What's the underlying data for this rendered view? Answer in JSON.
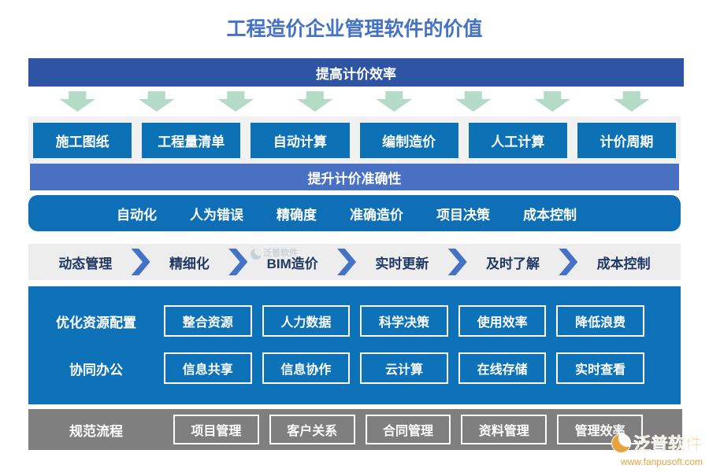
{
  "title": "工程造价企业管理软件的价值",
  "top_banner": {
    "label": "提高计价效率"
  },
  "arrow_icons": {
    "count": 8,
    "color": "#B4DBC8"
  },
  "factors": [
    "施工图纸",
    "工程量清单",
    "自动计算",
    "编制造价",
    "人工计算",
    "计价周期"
  ],
  "accuracy_banner": {
    "label": "提升计价准确性"
  },
  "accuracy_tags": [
    "自动化",
    "人为错误",
    "精确度",
    "准确造价",
    "项目决策",
    "成本控制"
  ],
  "flow_steps": [
    "动态管理",
    "精细化",
    "BIM造价",
    "实时更新",
    "及时了解",
    "成本控制"
  ],
  "panel_rows": [
    {
      "label": "优化资源配置",
      "items": [
        "整合资源",
        "人力数据",
        "科学决策",
        "使用效率",
        "降低浪费"
      ]
    },
    {
      "label": "协同办公",
      "items": [
        "信息共享",
        "信息协作",
        "云计算",
        "在线存储",
        "实时查看"
      ]
    }
  ],
  "process_row": {
    "label": "规范流程",
    "items": [
      "项目管理",
      "客户关系",
      "合同管理",
      "资料管理",
      "管理效率"
    ]
  },
  "watermark": {
    "name": "泛普软件"
  },
  "logo": {
    "name": "泛普软件",
    "url": "www.fanpusoft.com"
  },
  "colors": {
    "title_blue": "#4472C4",
    "navy_banner": "#2E55A4",
    "medium_banner": "#4A70C4",
    "bright_blue": "#0C72B5",
    "panel_blue": "#0E72B8",
    "arrow_green": "#B4DBC8",
    "chevron_blue": "#4472C4",
    "flow_text": "#1F3864",
    "strip_gray": "#F1F1F1",
    "flow_gray": "#EDEDED",
    "process_gray": "#7F7F7F",
    "logo_gold": "#E8A33C"
  }
}
